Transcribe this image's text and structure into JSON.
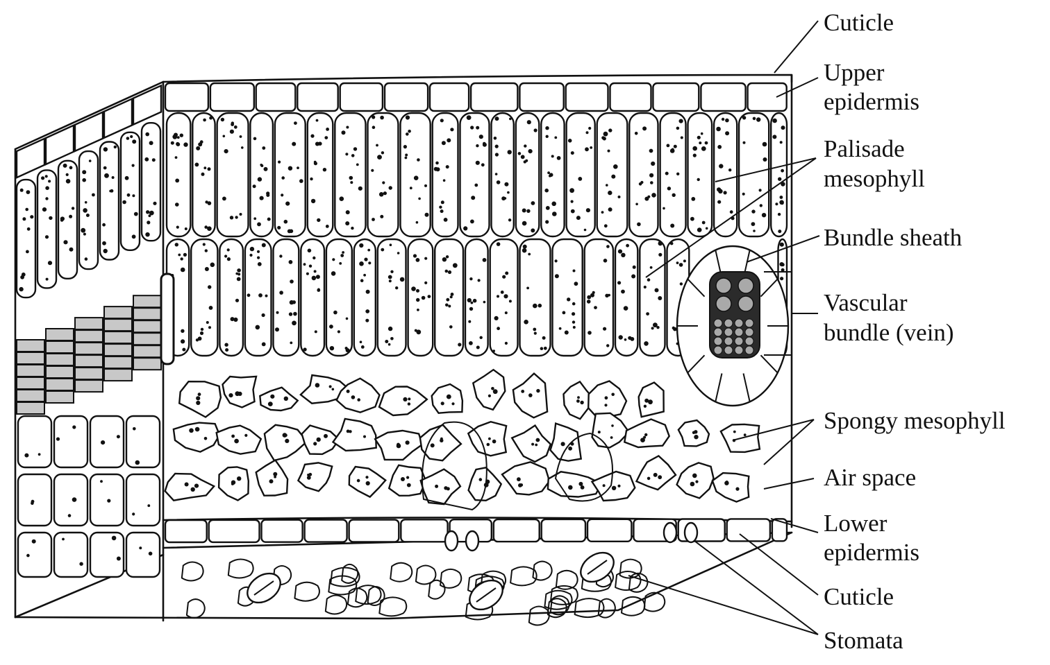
{
  "labels": {
    "cuticle_top": "Cuticle",
    "upper_epidermis_1": "Upper",
    "upper_epidermis_2": "epidermis",
    "palisade_1": "Palisade",
    "palisade_2": "mesophyll",
    "bundle_sheath": "Bundle sheath",
    "vascular_1": "Vascular",
    "vascular_2": "bundle (vein)",
    "spongy": "Spongy mesophyll",
    "air_space": "Air space",
    "lower_epidermis_1": "Lower",
    "lower_epidermis_2": "epidermis",
    "cuticle_bottom": "Cuticle",
    "stomata": "Stomata"
  },
  "colors": {
    "ink": "#111111",
    "vein_xylem": "#a9a9a9",
    "vein_dark": "#2b2b2b",
    "vein_side": "#c8c8c8"
  }
}
